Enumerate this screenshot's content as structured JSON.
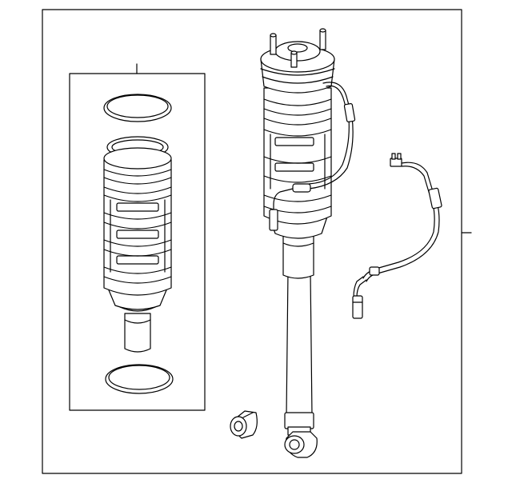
{
  "diagram": {
    "kind": "exploded parts illustration",
    "colors": {
      "line": "#000000",
      "background": "#ffffff"
    },
    "parts": [
      {
        "id": "kit-box",
        "icon": "boxed-kit-group"
      },
      {
        "id": "upper-seal-ring",
        "icon": "ring-icon"
      },
      {
        "id": "air-spring-bellows",
        "icon": "bellows-icon"
      },
      {
        "id": "lower-seal-ring",
        "icon": "ring-icon"
      },
      {
        "id": "air-strut-assembly",
        "icon": "strut-icon"
      },
      {
        "id": "bushing",
        "icon": "bushing-icon"
      },
      {
        "id": "sensor-wire-harness",
        "icon": "wire-harness-icon"
      }
    ]
  }
}
